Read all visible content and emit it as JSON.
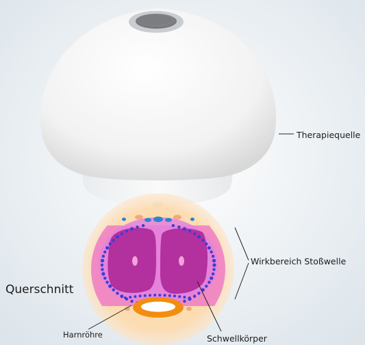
{
  "labels": {
    "therapy_source": "Therapiequelle",
    "effect_zone": "Wirkbereich Stoßwelle",
    "cross_section": "Querschnitt",
    "urethra": "Harnröhre",
    "corpora_cavernosa": "Schwellkörper"
  },
  "colors": {
    "background": "#e8eef3",
    "applicator": "#f6f6f6",
    "halo": "#fbd8a9",
    "effect_band": "#ef79c8",
    "tissue": "#e27cdd",
    "corpus": "#b52fa0",
    "vessel_dots": "#3d3ed1",
    "urethra": "#f19114",
    "leader_lines": "#222222"
  }
}
